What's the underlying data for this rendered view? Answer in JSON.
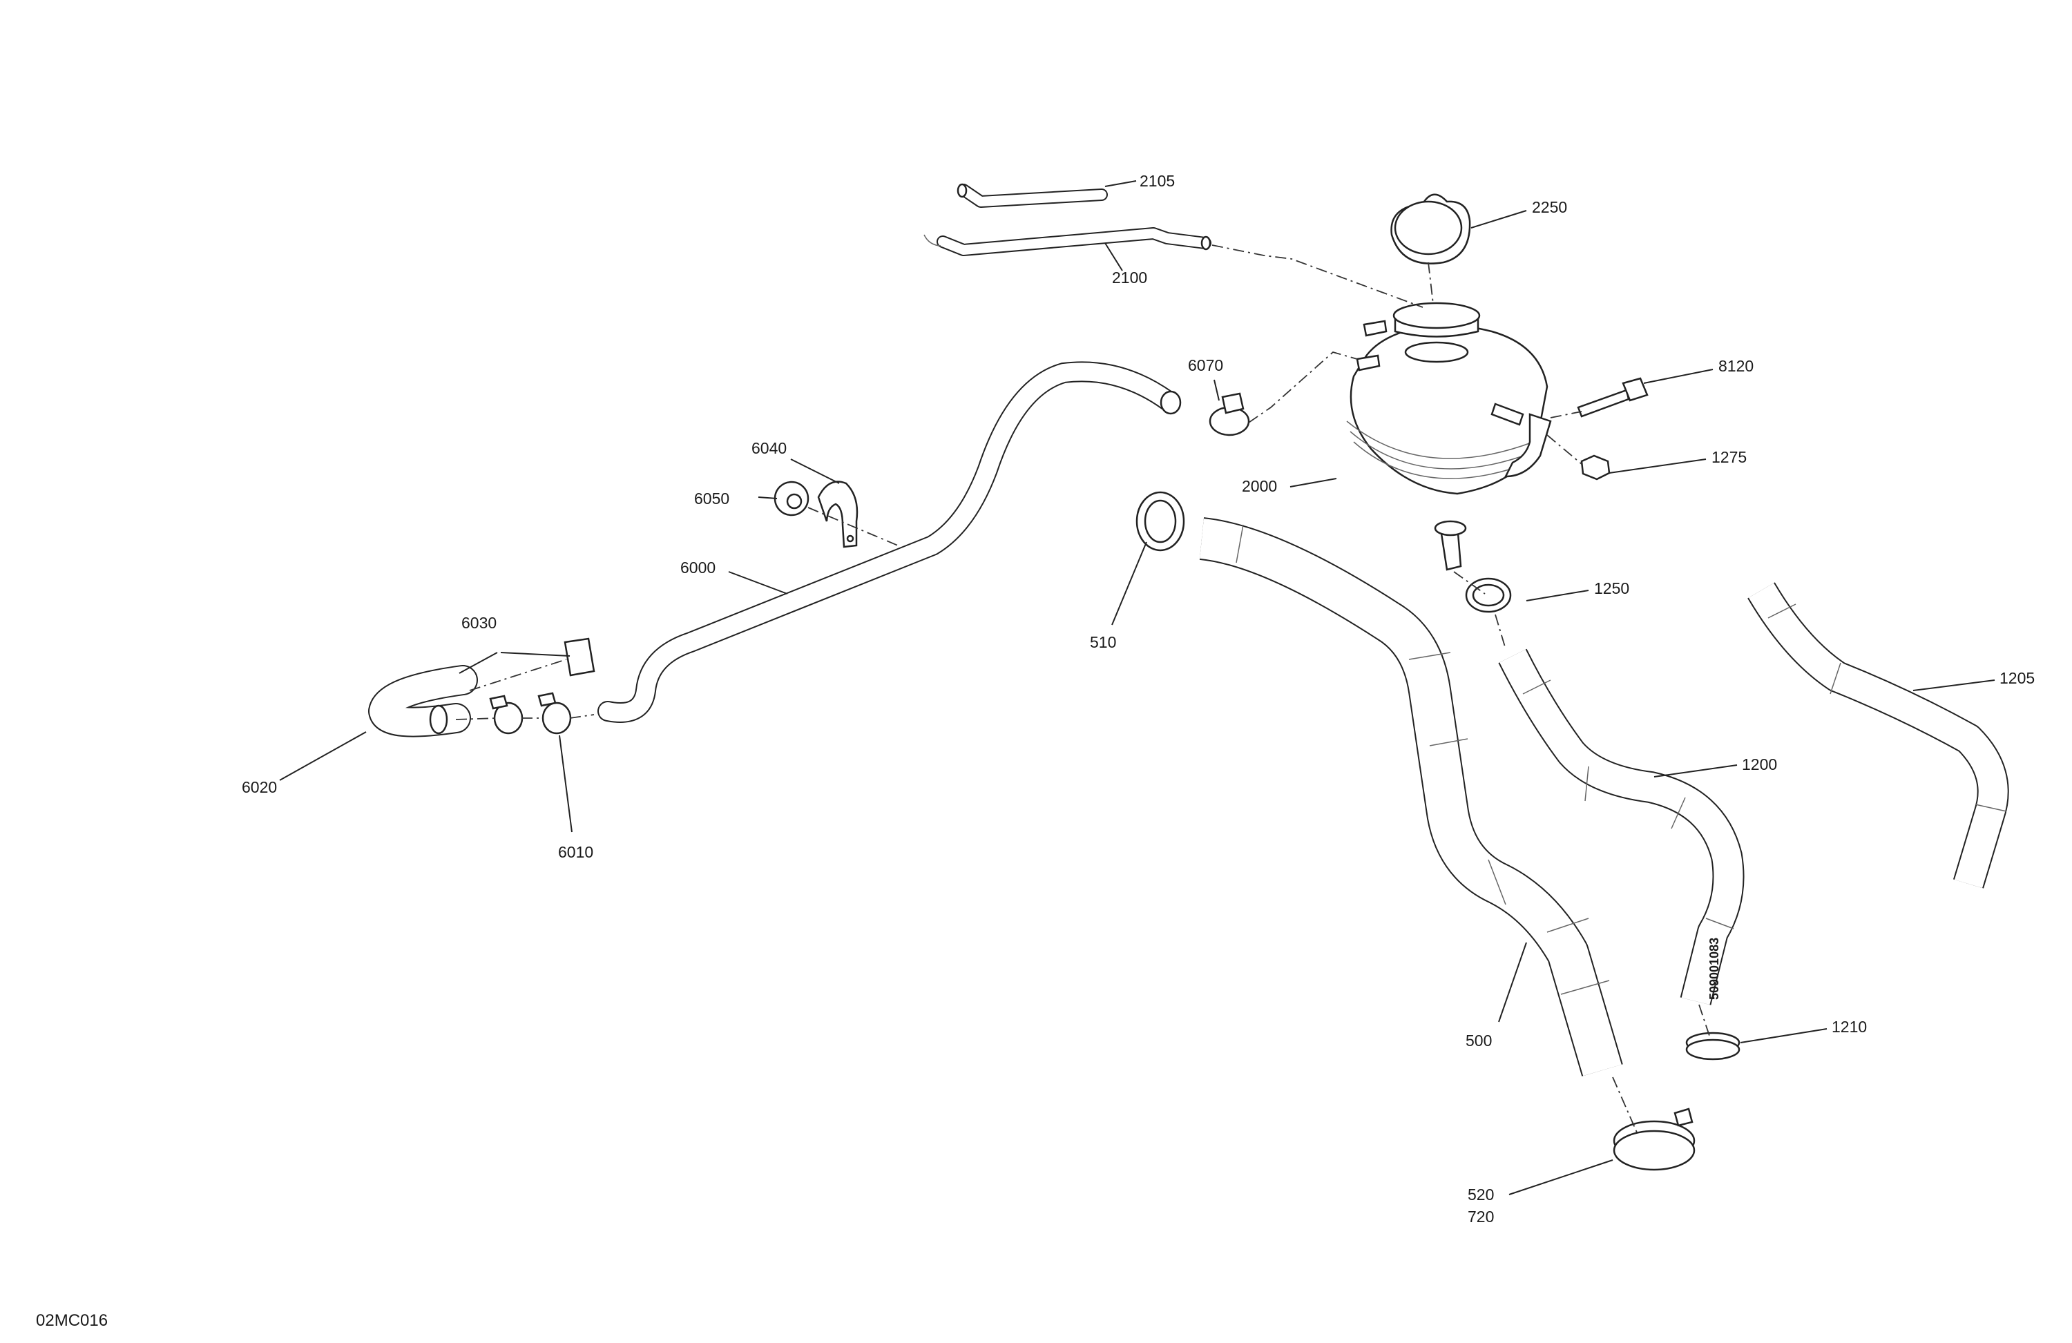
{
  "diagram_ref": "02MC016",
  "callouts": {
    "c2105": "2105",
    "c2100": "2100",
    "c2250": "2250",
    "c8120": "8120",
    "c1275": "1275",
    "c6070": "6070",
    "c2000": "2000",
    "c6040": "6040",
    "c6050": "6050",
    "c6000": "6000",
    "c510": "510",
    "c1250": "1250",
    "c1205": "1205",
    "c6030": "6030",
    "c6020": "6020",
    "c6010": "6010",
    "c1200": "1200",
    "c500": "500",
    "c1210": "1210",
    "c520": "520",
    "c720": "720"
  },
  "hose_marking": "509001083"
}
